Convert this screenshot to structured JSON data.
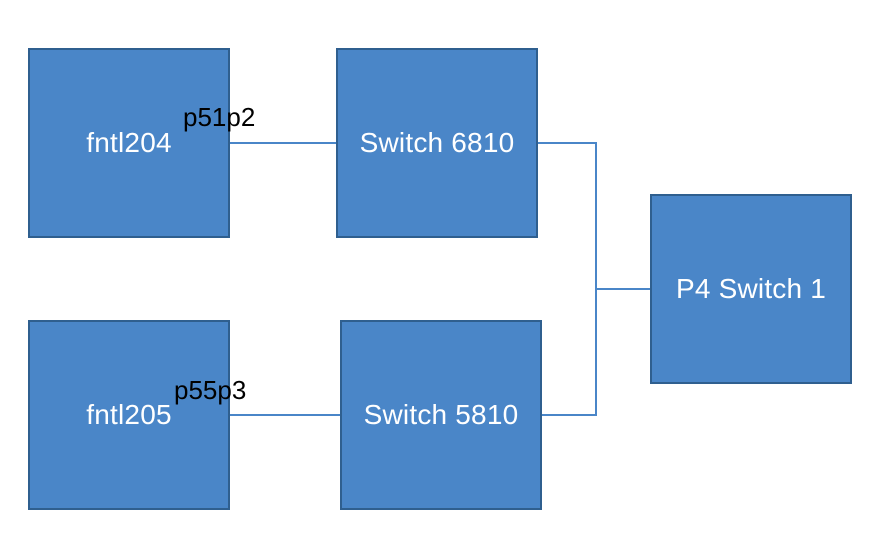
{
  "diagram": {
    "nodes": {
      "fntl204": {
        "label": "fntl204"
      },
      "fntl205": {
        "label": "fntl205"
      },
      "switch6810": {
        "label": "Switch 6810"
      },
      "switch5810": {
        "label": "Switch 5810"
      },
      "p4switch1": {
        "label": "P4 Switch 1"
      }
    },
    "ports": {
      "fntl204_port": "p51p2",
      "fntl205_port": "p55p3"
    },
    "colors": {
      "node_fill": "#4a86c8",
      "node_border": "#2f5f8f",
      "link": "#4a86c8",
      "node_text": "#ffffff",
      "port_text": "#000000"
    }
  }
}
